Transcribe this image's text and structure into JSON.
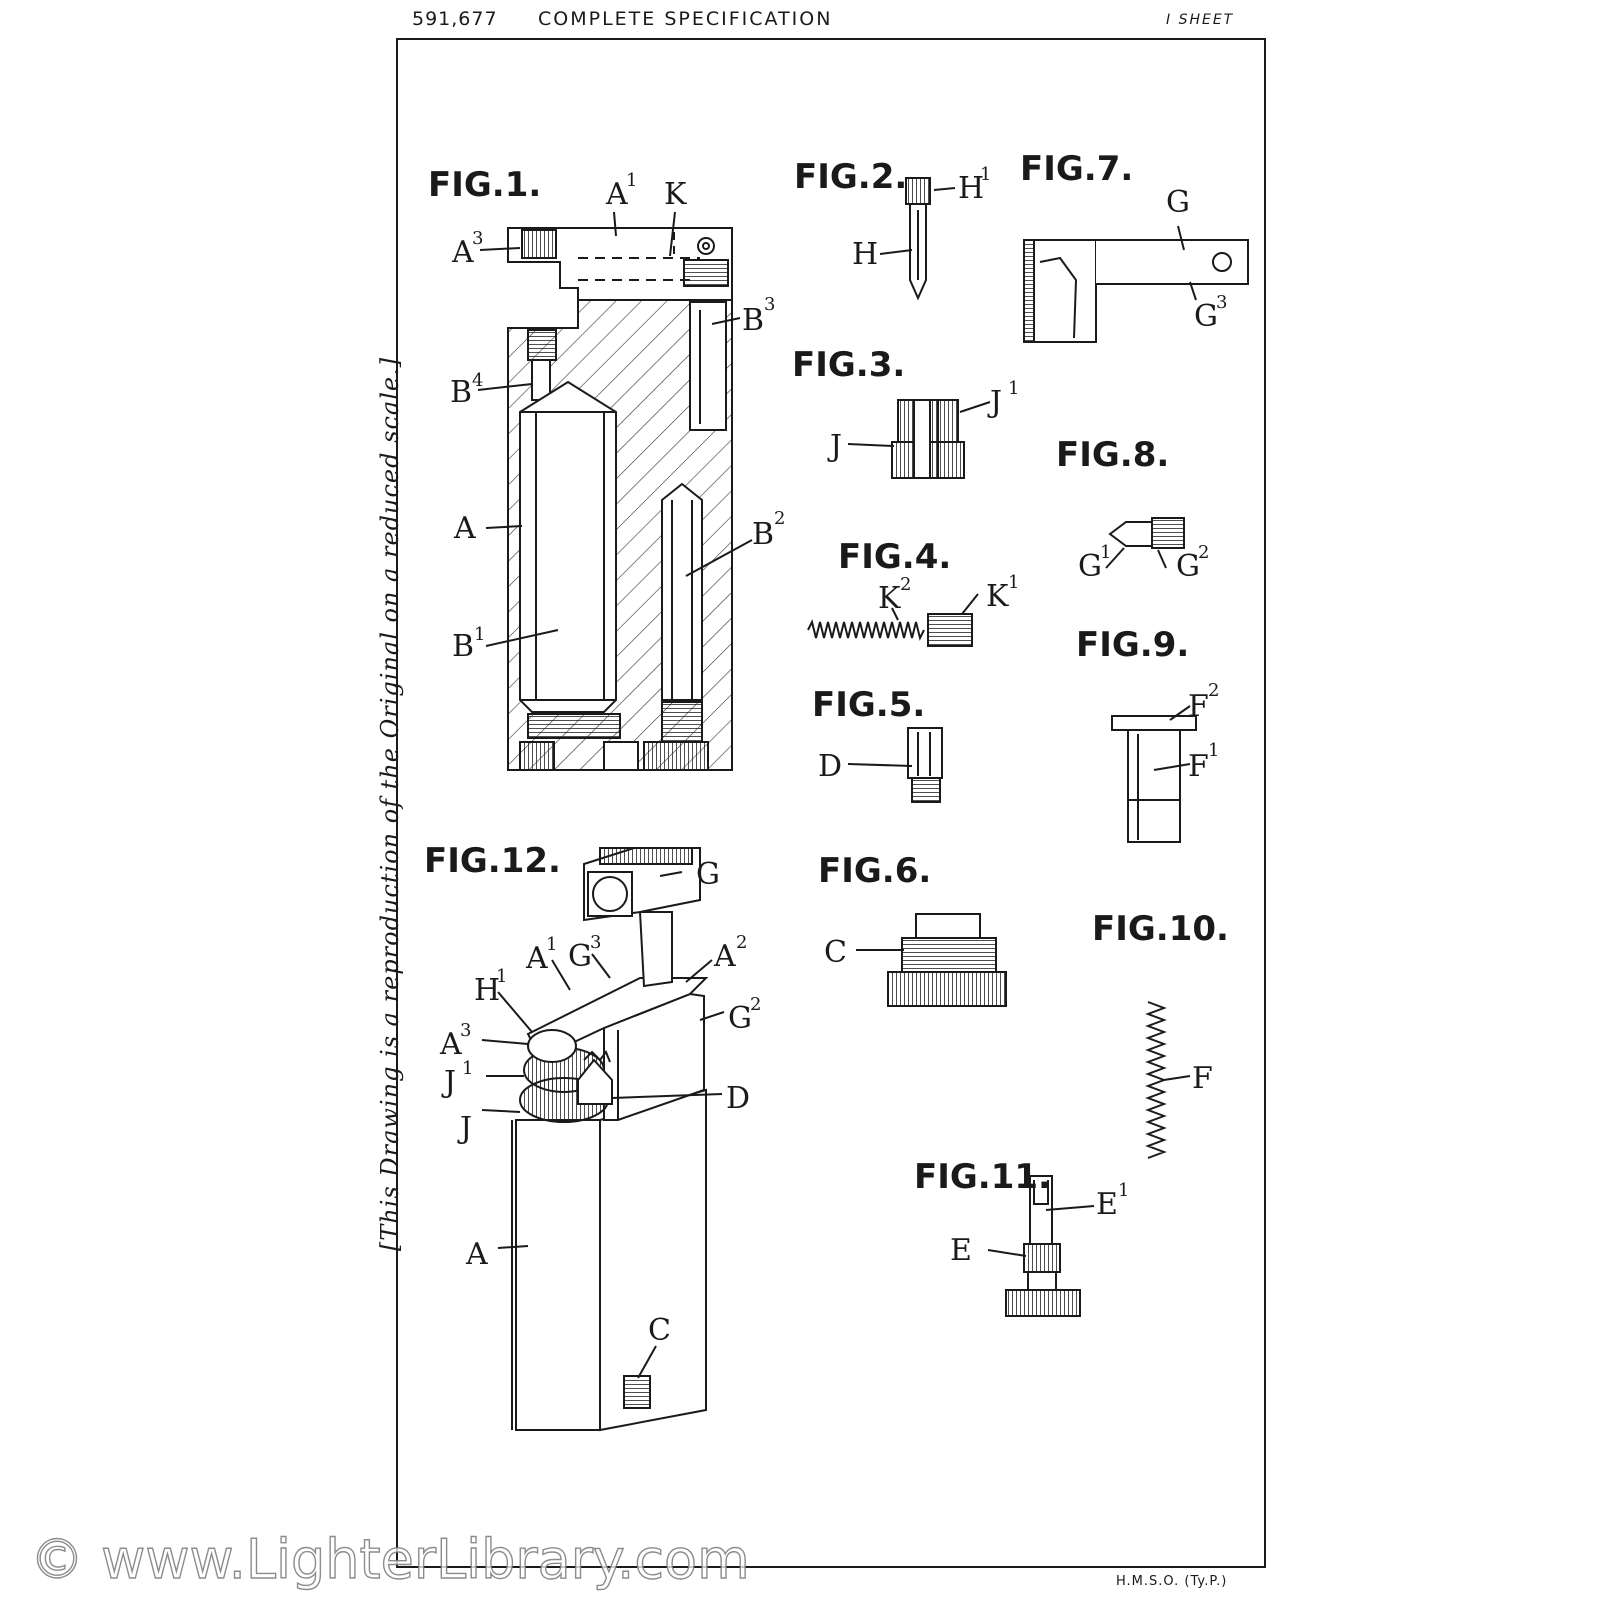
{
  "header": {
    "number": "591,677",
    "title": "COMPLETE SPECIFICATION",
    "sheet": "I SHEET"
  },
  "side_note": "[This Drawing is a reproduction of the Original on a reduced scale.]",
  "footer": {
    "printer": "H.M.S.O. (Ty.P.)"
  },
  "watermark": "© www.LighterLibrary.com",
  "figures": {
    "fig1": "FIG.1.",
    "fig2": "FIG.2.",
    "fig3": "FIG.3.",
    "fig4": "FIG.4.",
    "fig5": "FIG.5.",
    "fig6": "FIG.6.",
    "fig7": "FIG.7.",
    "fig8": "FIG.8.",
    "fig9": "FIG.9.",
    "fig10": "FIG.10.",
    "fig11": "FIG.11.",
    "fig12": "FIG.12."
  },
  "refs": {
    "A": "A",
    "B": "B",
    "C": "C",
    "D": "D",
    "E": "E",
    "F": "F",
    "G": "G",
    "H": "H",
    "J": "J",
    "K": "K",
    "s1": "1",
    "s2": "2",
    "s3": "3",
    "s4": "4"
  }
}
